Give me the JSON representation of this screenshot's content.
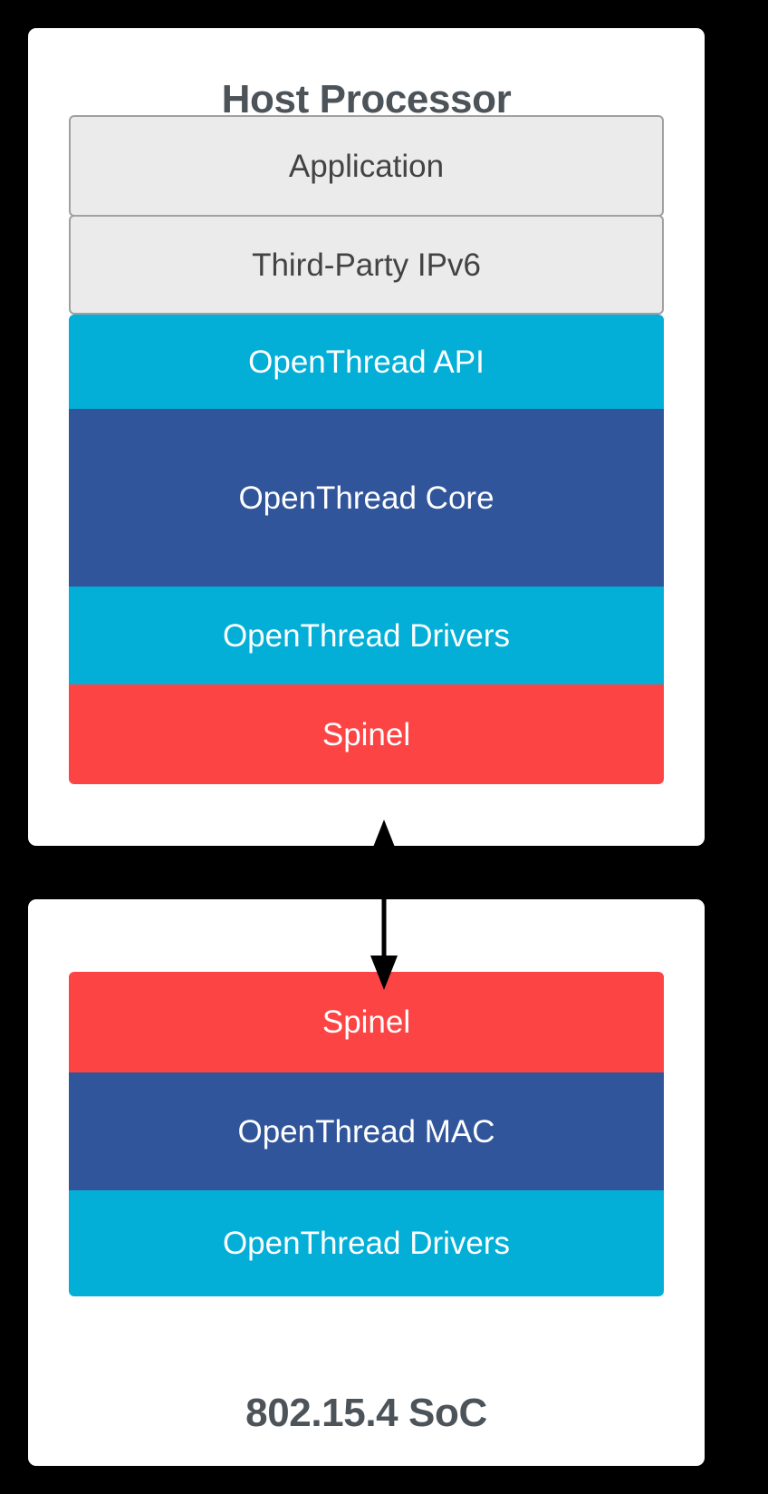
{
  "diagram": {
    "title_top": "Host Processor",
    "title_bottom": "802.15.4 SoC",
    "colors": {
      "background": "#000000",
      "panel": "#ffffff",
      "neutral_fill": "#ebebeb",
      "neutral_border": "#a0a0a0",
      "neutral_text": "#434343",
      "caption_text": "#4c5359",
      "cyan": "#03afd7",
      "blue": "#31559a",
      "red": "#fc4444",
      "arrow": "#000000"
    }
  },
  "host_processor": {
    "caption": "Host Processor",
    "layers": [
      {
        "label": "Application",
        "style": "neutral"
      },
      {
        "label": "Third-Party IPv6",
        "style": "neutral"
      },
      {
        "label": "OpenThread API",
        "style": "cyan"
      },
      {
        "label": "OpenThread Core",
        "style": "blue"
      },
      {
        "label": "OpenThread Drivers",
        "style": "cyan"
      },
      {
        "label": "Spinel",
        "style": "red"
      }
    ]
  },
  "soc": {
    "caption": "802.15.4 SoC",
    "layers": [
      {
        "label": "Spinel",
        "style": "red"
      },
      {
        "label": "OpenThread MAC",
        "style": "blue"
      },
      {
        "label": "OpenThread Drivers",
        "style": "cyan"
      }
    ]
  },
  "connector": {
    "name": "spinel-link",
    "direction": "bidirectional"
  }
}
